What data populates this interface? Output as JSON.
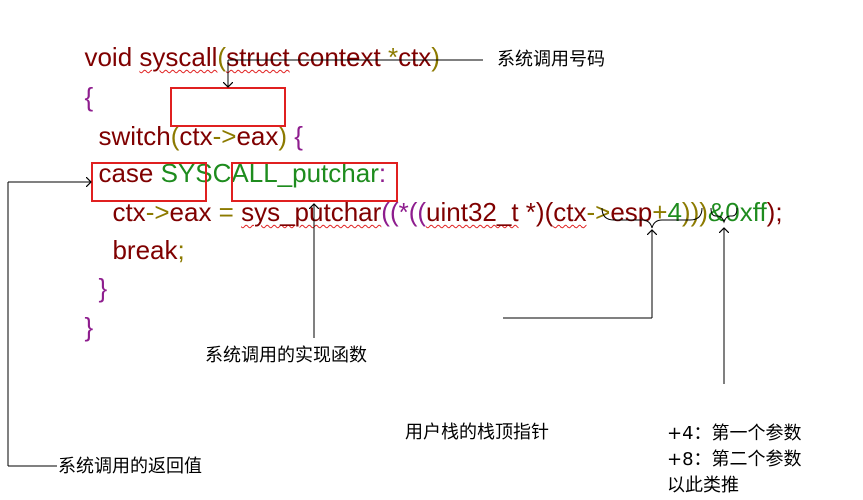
{
  "colors": {
    "keyword_dark_red": "#7f0000",
    "punct_olive": "#8c7a00",
    "purple": "#8e1d8e",
    "green": "#1e8c1e",
    "red_box": "#e02020",
    "text_black": "#000000"
  },
  "code": {
    "line1": {
      "kw": "void",
      "fn": "syscall",
      "open": "(",
      "kw2": "struct",
      "type": " context ",
      "star": "*",
      "param": "ctx",
      "close": ")"
    },
    "line2": {
      "brace": "{"
    },
    "line3": {
      "kw": "switch",
      "open": "(",
      "obj": "ctx",
      "arrow": "->",
      "field": "eax",
      "close": ")",
      "brace": " {"
    },
    "line4": {
      "kw": "case ",
      "label": "SYSCALL_putchar",
      "colon": ":"
    },
    "line5": {
      "obj": "ctx",
      "arrow": "->",
      "field": "eax",
      "eq": " = ",
      "fn": "sys_putchar",
      "open": "(",
      "p1": "(*((",
      "type": "uint32_t",
      "p2": " *)(",
      "obj2": "ctx",
      "arrow2": "->",
      "field2": "esp",
      "plus": "+",
      "num": "4",
      "p3": ")))",
      "mask": "&0xff",
      "end": ");"
    },
    "line6": {
      "kw": "break",
      "semi": ";"
    },
    "line7": {
      "brace": "}"
    },
    "line8": {
      "brace": "}"
    }
  },
  "annotations": {
    "syscall_number": "系统调用号码",
    "implementation": "系统调用的实现函数",
    "user_stack_pointer": "用户栈的栈顶指针",
    "offset_note_1": "+4：第一个参数",
    "offset_note_2": "+8：第二个参数",
    "offset_note_3": "以此类推",
    "return_value": "系统调用的返回值"
  }
}
